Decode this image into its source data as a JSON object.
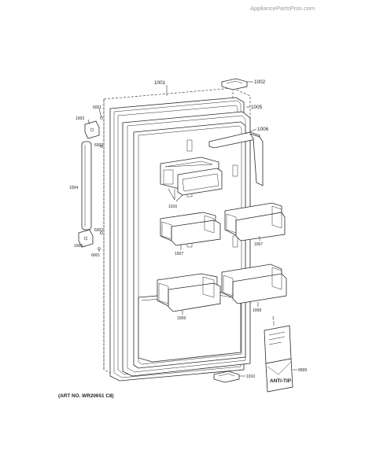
{
  "watermark": "AppliancePartsPros.com",
  "art_no": "(ART NO. WR20651 C8)",
  "labels": {
    "p1001": "1001",
    "p1002": "1002",
    "p1003_top": "1003",
    "p1003_bottom": "1003",
    "p1004": "1004",
    "p1005": "1005",
    "p1006": "1006",
    "p1007_left": "1007",
    "p1007_right": "1007",
    "p1008": "1008",
    "p1009": "1009",
    "p1010": "1010",
    "p1016": "1016",
    "p6001_top": "6001",
    "p6001_bottom": "6001",
    "p6002_top": "6002",
    "p6002_bottom": "6002",
    "p1": "1",
    "p9999": "9999"
  },
  "anti_tip": "ANTI-TIP",
  "colors": {
    "line": "#2a2a2a",
    "text": "#222222",
    "watermark": "#9a9a9a"
  }
}
